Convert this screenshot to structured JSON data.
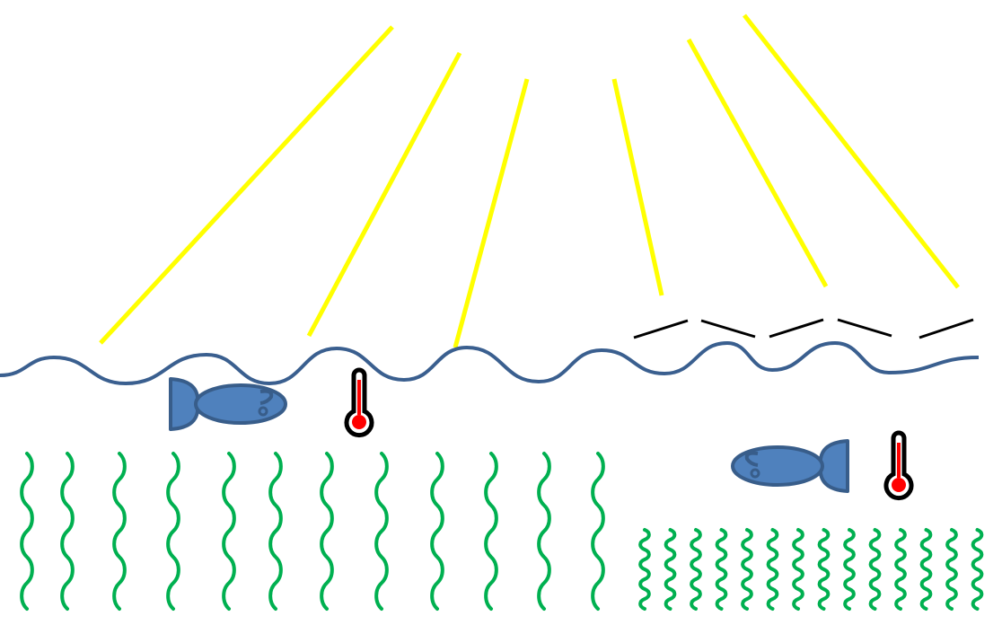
{
  "colors": {
    "sunlight": "#ffff00",
    "water_surface": "#3a5f8f",
    "ice": "#000000",
    "fish_fill": "#4f81bd",
    "fish_stroke": "#385d8a",
    "thermometer_mercury": "#ff0000",
    "seaweed": "#00b050"
  },
  "icons": [
    "sun-ray",
    "water-surface-wave",
    "ice-dash",
    "fish-icon",
    "thermometer-icon",
    "seaweed"
  ],
  "scene": {
    "sun_rays": 6,
    "ice_pieces": 5,
    "fish": 2,
    "thermometers": 2,
    "tall_seaweed_count": 12,
    "short_seaweed_count": 14
  }
}
